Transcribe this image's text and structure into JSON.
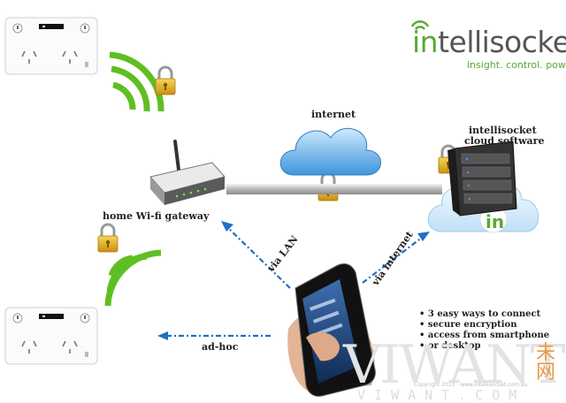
{
  "brand": {
    "prefix": "in",
    "rest": "tellisocket",
    "tagline": "insight. control. power."
  },
  "labels": {
    "internet": "internet",
    "cloud_line1": "intellisocket",
    "cloud_line2": "cloud software",
    "gateway": "home Wi-fi gateway",
    "via_lan": "via LAN",
    "via_internet": "via internet",
    "adhoc": "ad-hoc"
  },
  "bullets": [
    "3 easy ways to connect",
    "secure encryption",
    "access from smartphone",
    "or desktop"
  ],
  "watermark": {
    "main": "VIWANT",
    "chars": [
      "未",
      "网"
    ],
    "sub": "VIWANT.COM",
    "copyright": "Copyright 2013 · www.intellisocket.com.au"
  },
  "colors": {
    "brand_green": "#58a936",
    "arrow_blue": "#1f6fc4",
    "cloud_blue": "#4fa4e3",
    "wave_green": "#5fbf22",
    "lock_gold": "#e7b21e"
  },
  "icons": [
    "socket-outlet-icon",
    "wifi-waves-icon",
    "padlock-icon",
    "router-icon",
    "cloud-icon",
    "server-rack-icon",
    "smartphone-icon",
    "hand-icon"
  ]
}
